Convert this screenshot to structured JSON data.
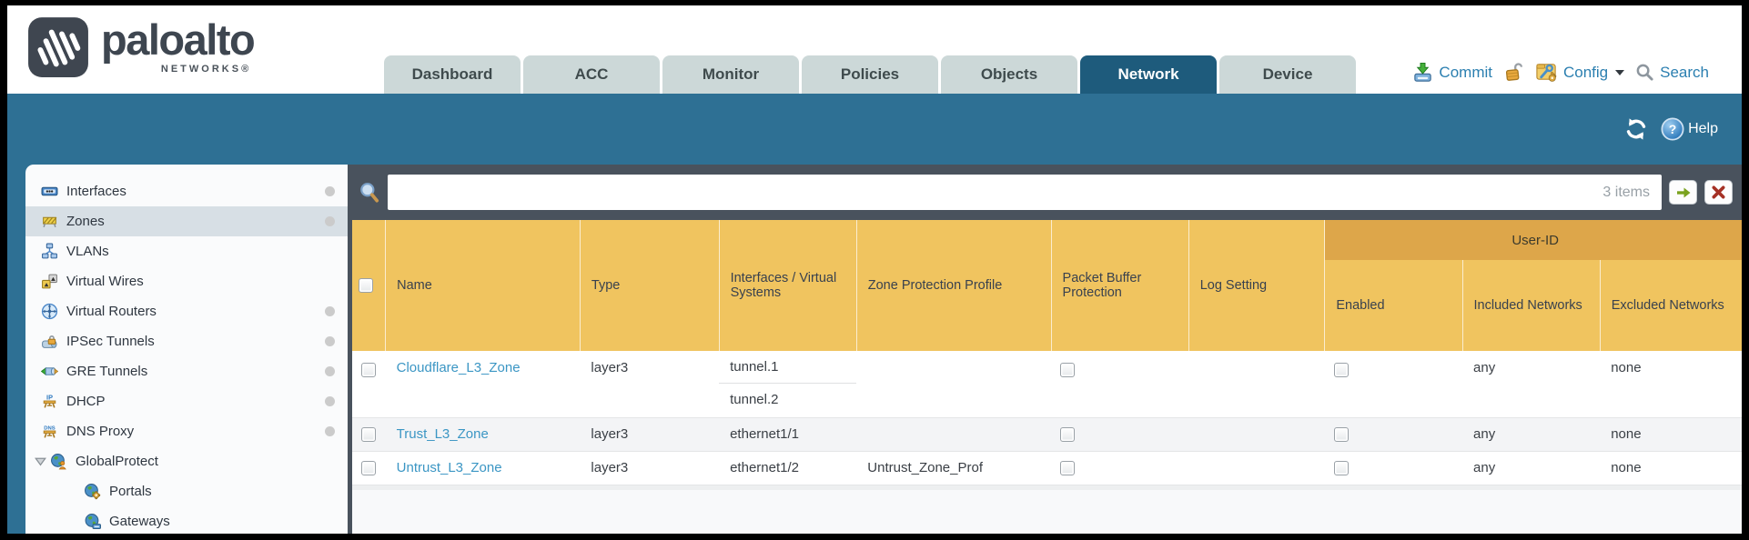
{
  "header": {
    "brand": "paloalto",
    "brand_sub": "NETWORKS®",
    "tabs": [
      {
        "label": "Dashboard",
        "active": false
      },
      {
        "label": "ACC",
        "active": false
      },
      {
        "label": "Monitor",
        "active": false
      },
      {
        "label": "Policies",
        "active": false
      },
      {
        "label": "Objects",
        "active": false
      },
      {
        "label": "Network",
        "active": true
      },
      {
        "label": "Device",
        "active": false
      }
    ],
    "actions": {
      "commit": "Commit",
      "config": "Config",
      "search": "Search"
    }
  },
  "toolbar": {
    "help_label": "Help"
  },
  "sidebar": {
    "items": [
      {
        "label": "Interfaces",
        "dot": true,
        "selected": false
      },
      {
        "label": "Zones",
        "dot": true,
        "selected": true
      },
      {
        "label": "VLANs",
        "dot": false,
        "selected": false
      },
      {
        "label": "Virtual Wires",
        "dot": false,
        "selected": false
      },
      {
        "label": "Virtual Routers",
        "dot": true,
        "selected": false
      },
      {
        "label": "IPSec Tunnels",
        "dot": true,
        "selected": false
      },
      {
        "label": "GRE Tunnels",
        "dot": false,
        "selected": false
      },
      {
        "label": "DHCP",
        "dot": true,
        "selected": false
      },
      {
        "label": "DNS Proxy",
        "dot": true,
        "selected": false
      },
      {
        "label": "GlobalProtect",
        "dot": false,
        "selected": false,
        "expanded": true
      },
      {
        "label": "Portals",
        "dot": false,
        "selected": false,
        "child": true
      },
      {
        "label": "Gateways",
        "dot": false,
        "selected": false,
        "child": true
      }
    ]
  },
  "filter": {
    "value": "",
    "count": "3 items"
  },
  "table": {
    "group_header": "User-ID",
    "columns": {
      "name": "Name",
      "type": "Type",
      "interfaces": "Interfaces / Virtual Systems",
      "zone_protection": "Zone Protection Profile",
      "packet_buffer": "Packet Buffer Protection",
      "log_setting": "Log Setting",
      "enabled": "Enabled",
      "included": "Included Networks",
      "excluded": "Excluded Networks"
    },
    "rows": [
      {
        "name": "Cloudflare_L3_Zone",
        "type": "layer3",
        "interfaces": [
          "tunnel.1",
          "tunnel.2"
        ],
        "zone_protection_profile": "",
        "log_setting": "",
        "packet_buffer_checked": false,
        "enabled_checked": false,
        "included_networks": "any",
        "excluded_networks": "none"
      },
      {
        "name": "Trust_L3_Zone",
        "type": "layer3",
        "interfaces": [
          "ethernet1/1"
        ],
        "zone_protection_profile": "",
        "log_setting": "",
        "packet_buffer_checked": false,
        "enabled_checked": false,
        "included_networks": "any",
        "excluded_networks": "none"
      },
      {
        "name": "Untrust_L3_Zone",
        "type": "layer3",
        "interfaces": [
          "ethernet1/2"
        ],
        "zone_protection_profile": "Untrust_Zone_Prof",
        "log_setting": "",
        "packet_buffer_checked": false,
        "enabled_checked": false,
        "included_networks": "any",
        "excluded_networks": "none"
      }
    ]
  },
  "colors": {
    "teal_band": "#2e7094",
    "active_tab": "#1e5b7c",
    "inactive_tab": "#ccd8d8",
    "table_header_gold": "#f0c45f",
    "user_id_header": "#dda64a",
    "filter_bar": "#49525d",
    "link_blue": "#3b96c4",
    "sidebar_selected": "#d7dfe5",
    "commit_blue": "#2b7fb0"
  },
  "icons": {
    "palo-alto-logo-icon": "dark rounded square with white diagonal slashes",
    "commit-icon": "green down-arrow onto blue tray",
    "lock-icon": "gold open padlock",
    "config-icon": "gold folder with blue wrench and gear",
    "search-icon": "gray magnifier",
    "refresh-icon": "white circular arrows",
    "help-icon": "blue circle with question mark",
    "filter-search-icon": "blue lens magnifier",
    "apply-filter-icon": "green right arrow button",
    "clear-filter-icon": "red X button",
    "expand-triangle-icon": "gray down triangle"
  }
}
